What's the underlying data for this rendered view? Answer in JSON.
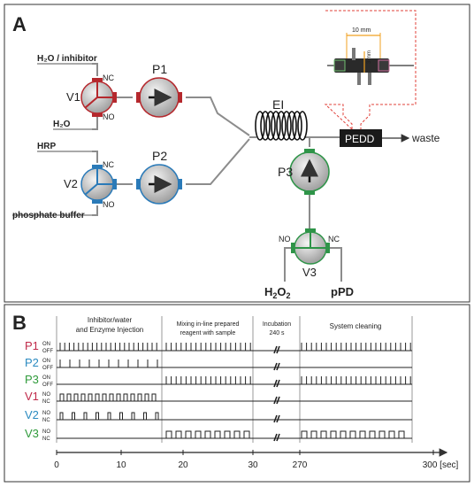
{
  "panel_a": {
    "letter": "A",
    "inputs": {
      "water_inhibitor": "H₂O / inhibitor",
      "water": "H₂O",
      "hrp": "HRP",
      "phosphate_buffer": "phosphate buffer",
      "h2o2_base": "H",
      "h2o2_sub1": "2",
      "h2o2_mid": "O",
      "h2o2_sub2": "2",
      "ppd": "pPD"
    },
    "valves": {
      "v1": {
        "label": "V1",
        "nc": "NC",
        "no": "NO"
      },
      "v2": {
        "label": "V2",
        "nc": "NC",
        "no": "NO"
      },
      "v3": {
        "label": "V3",
        "nc": "NC",
        "no": "NO"
      }
    },
    "pumps": {
      "p1": "P1",
      "p2": "P2",
      "p3": "P3"
    },
    "ei": "EI",
    "pedd": "PEDD",
    "waste": "waste",
    "inset": {
      "length": "10 mm",
      "diameter": "3 mm"
    },
    "colors": {
      "red": "#b5282d",
      "blue": "#2a7ab8",
      "green": "#2e9448",
      "orange": "#f0a020",
      "dashed": "#e0403a"
    }
  },
  "panel_b": {
    "letter": "B",
    "phases": [
      {
        "line1": "Inhibitor/water",
        "line2": "and Enzyme Injection"
      },
      {
        "line1": "Mixing in-line prepared",
        "line2": "reagent with sample"
      },
      {
        "line1": "Incubation",
        "line2": "240 s"
      },
      {
        "line1": "System cleaning",
        "line2": ""
      }
    ],
    "rows": [
      {
        "name": "P1",
        "state_hi": "ON",
        "state_lo": "OFF",
        "color": "#c02a4a"
      },
      {
        "name": "P2",
        "state_hi": "ON",
        "state_lo": "OFF",
        "color": "#2a8ac0"
      },
      {
        "name": "P3",
        "state_hi": "ON",
        "state_lo": "OFF",
        "color": "#2e9a3a"
      },
      {
        "name": "V1",
        "state_hi": "NO",
        "state_lo": "NC",
        "color": "#c02a4a"
      },
      {
        "name": "V2",
        "state_hi": "NO",
        "state_lo": "NC",
        "color": "#2a8ac0"
      },
      {
        "name": "V3",
        "state_hi": "NO",
        "state_lo": "NC",
        "color": "#2e9a3a"
      }
    ],
    "axis": {
      "ticks": [
        "0",
        "10",
        "20",
        "30",
        "270",
        "300 [sec]"
      ]
    }
  }
}
